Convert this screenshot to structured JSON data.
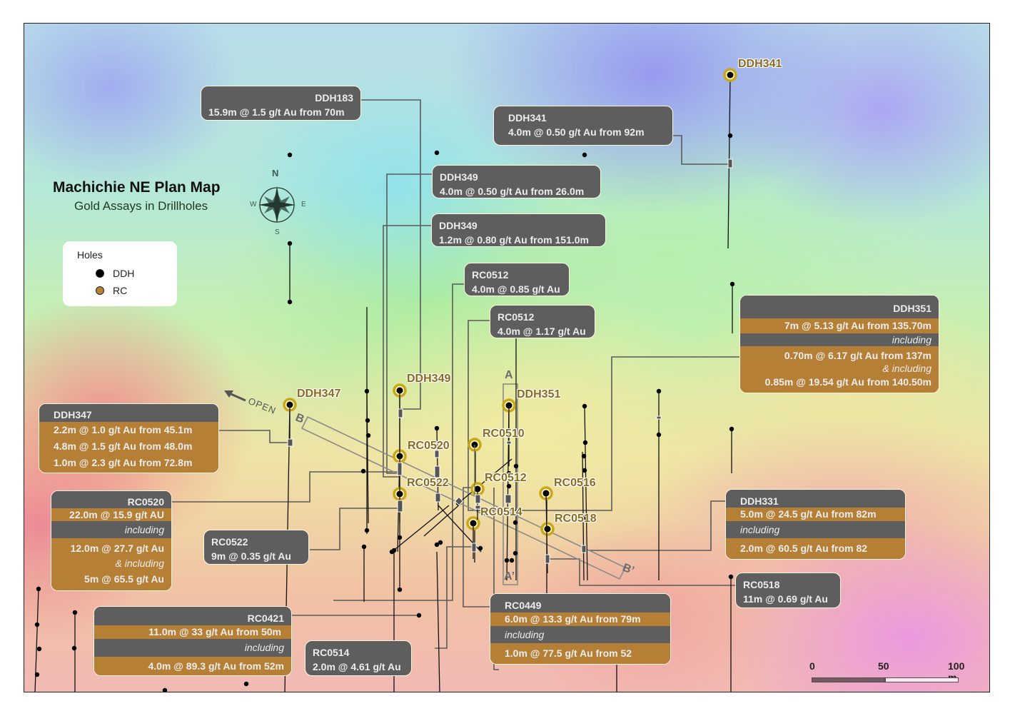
{
  "map": {
    "title": "Machichie NE Plan Map",
    "subtitle": "Gold Assays in Drillholes",
    "compass": {
      "north": "N",
      "south": "S",
      "east": "E",
      "west": "W"
    },
    "legend": {
      "title": "Holes",
      "items": [
        {
          "label": "DDH",
          "color": "#000000"
        },
        {
          "label": "RC",
          "color": "#b5833a"
        }
      ]
    },
    "scale_bar": {
      "ticks": [
        "0",
        "50",
        "100 m"
      ]
    },
    "open_label": "OPEN",
    "sections": {
      "a": "A",
      "a_prime": "A’",
      "b": "B",
      "b_prime": "B’"
    },
    "colors": {
      "callout_grey": "#5e5e5e",
      "callout_gold": "#b57f35",
      "collar_ring": "#c8a81a",
      "label_text": "#8a6b1f"
    }
  },
  "hole_labels": [
    {
      "name": "DDH341"
    },
    {
      "name": "DDH347"
    },
    {
      "name": "DDH349"
    },
    {
      "name": "DDH351"
    },
    {
      "name": "RC0510"
    },
    {
      "name": "RC0520"
    },
    {
      "name": "RC0512"
    },
    {
      "name": "RC0522"
    },
    {
      "name": "RC0516"
    },
    {
      "name": "RC0514"
    },
    {
      "name": "RC0518"
    }
  ],
  "callouts": {
    "ddh183": {
      "hole": "DDH183",
      "rows": [
        "15.9m @ 1.5 g/t Au from 70m"
      ]
    },
    "ddh341": {
      "hole": "DDH341",
      "rows": [
        "4.0m @ 0.50 g/t Au from 92m"
      ]
    },
    "ddh349a": {
      "hole": "DDH349",
      "rows": [
        "4.0m @ 0.50 g/t Au from 26.0m"
      ]
    },
    "ddh349b": {
      "hole": "DDH349",
      "rows": [
        "1.2m @ 0.80 g/t Au from 151.0m"
      ]
    },
    "rc0512a": {
      "hole": "RC0512",
      "rows": [
        "4.0m @ 0.85 g/t Au"
      ]
    },
    "rc0512b": {
      "hole": "RC0512",
      "rows": [
        "4.0m @ 1.17 g/t Au"
      ]
    },
    "ddh351": {
      "hole": "DDH351",
      "rows": [
        "7m @ 5.13 g/t Au from 135.70m",
        "including",
        "0.70m @ 6.17 g/t Au from 137m",
        "& including",
        "0.85m @ 19.54 g/t Au from 140.50m"
      ]
    },
    "ddh347": {
      "hole": "DDH347",
      "rows": [
        "2.2m @ 1.0 g/t Au from 45.1m",
        "4.8m @ 1.5 g/t Au from 48.0m",
        "1.0m @ 2.3 g/t Au from 72.8m"
      ]
    },
    "rc0520": {
      "hole": "RC0520",
      "rows": [
        "22.0m @ 15.9 g/t AU",
        "including",
        "12.0m @ 27.7 g/t Au",
        "& including",
        "5m @ 65.5 g/t Au"
      ]
    },
    "rc0522": {
      "hole": "RC0522",
      "rows": [
        "9m @ 0.35 g/t Au"
      ]
    },
    "ddh331": {
      "hole": "DDH331",
      "rows": [
        "5.0m @ 24.5 g/t Au from 82m",
        "including",
        "2.0m @ 60.5 g/t Au from 82"
      ]
    },
    "rc0518": {
      "hole": "RC0518",
      "rows": [
        "11m @ 0.69 g/t Au"
      ]
    },
    "rc0449": {
      "hole": "RC0449",
      "rows": [
        "6.0m @ 13.3 g/t Au from 79m",
        "including",
        "1.0m @ 77.5 g/t Au from 52"
      ]
    },
    "rc0421": {
      "hole": "RC0421",
      "rows": [
        "11.0m @ 33 g/t Au from 50m",
        "including",
        "4.0m @ 89.3 g/t Au from 52m"
      ]
    },
    "rc0514": {
      "hole": "RC0514",
      "rows": [
        "2.0m @ 4.61 g/t Au"
      ]
    }
  }
}
